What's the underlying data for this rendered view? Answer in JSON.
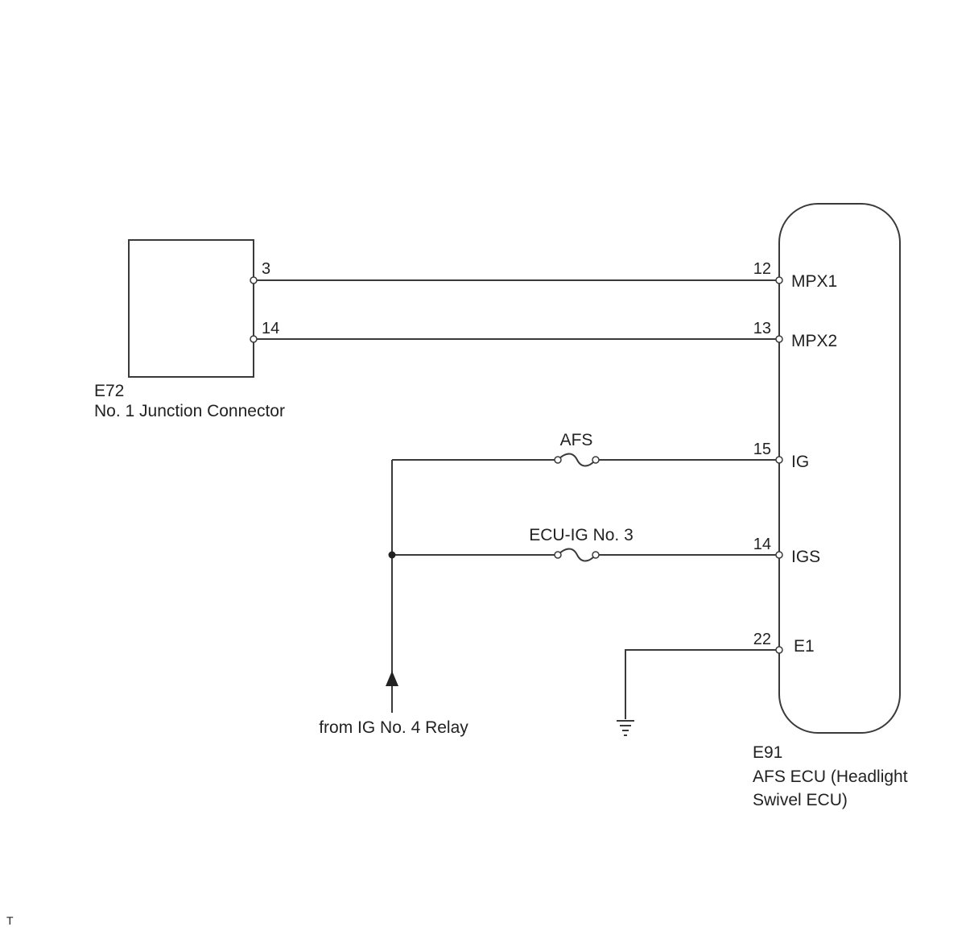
{
  "junction_connector": {
    "code": "E72",
    "name": "No. 1 Junction Connector",
    "pin_a": "3",
    "pin_b": "14"
  },
  "ecu": {
    "code": "E91",
    "name_line1": "AFS ECU (Headlight",
    "name_line2": "Swivel ECU)",
    "pins": [
      {
        "number": "12",
        "signal": "MPX1"
      },
      {
        "number": "13",
        "signal": "MPX2"
      },
      {
        "number": "15",
        "signal": "IG"
      },
      {
        "number": "14",
        "signal": "IGS"
      },
      {
        "number": "22",
        "signal": "E1"
      }
    ]
  },
  "fuses": {
    "afs": "AFS",
    "ecu_ig": "ECU-IG No. 3"
  },
  "source": {
    "label": "from IG No. 4 Relay"
  },
  "corner_mark": "T"
}
